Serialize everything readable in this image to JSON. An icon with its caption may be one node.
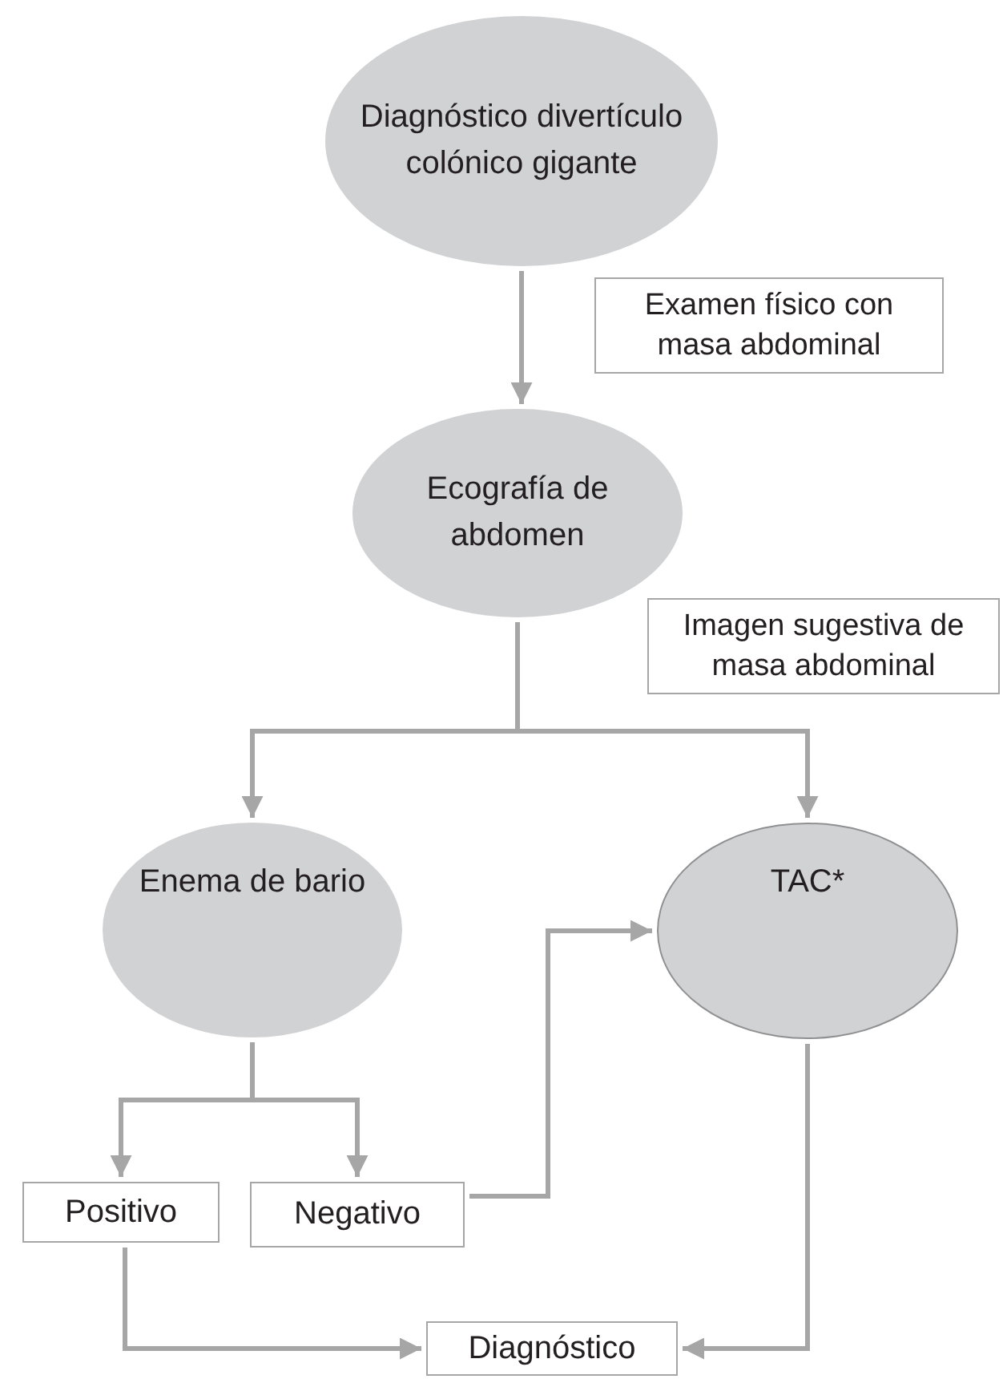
{
  "diagram": {
    "nodes": [
      {
        "text": [
          "Diagnóstico divertículo colónico gigante"
        ]
      },
      {
        "text": [
          "Examen físico con masa abdominal"
        ]
      },
      {
        "text": [
          "Ecografía de abdomen"
        ]
      },
      {
        "text": [
          "Imagen sugestiva de masa abdominal"
        ]
      },
      {
        "text": [
          "Enema de bario"
        ]
      },
      {
        "text": [
          "TAC*"
        ]
      },
      {
        "text": [
          "Positivo"
        ]
      },
      {
        "text": [
          "Negativo"
        ]
      },
      {
        "text": [
          "Diagnóstico"
        ]
      }
    ],
    "edges": [
      {
        "from": 0,
        "to": 2,
        "arrow": "to"
      },
      {
        "from": 2,
        "to": 4,
        "arrow": "to"
      },
      {
        "from": 2,
        "to": 5,
        "arrow": "to"
      },
      {
        "from": 4,
        "to": 6,
        "arrow": "to"
      },
      {
        "from": 4,
        "to": 7,
        "arrow": "to"
      },
      {
        "from": 7,
        "to": 5,
        "arrow": "to"
      },
      {
        "from": 6,
        "to": 8,
        "arrow": "to"
      },
      {
        "from": 5,
        "to": 8,
        "arrow": "to"
      }
    ]
  }
}
